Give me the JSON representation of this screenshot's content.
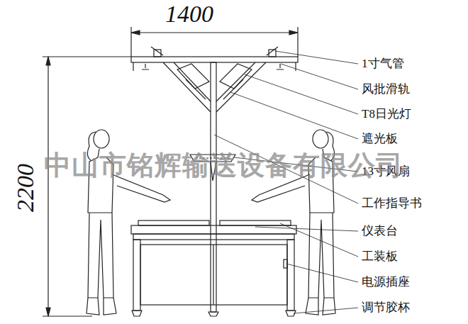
{
  "diagram": {
    "labels": [
      "1400",
      "2200",
      "1寸气管",
      "风批滑轨",
      "T8日光灯",
      "遮光板",
      "13寸风扇",
      "工作指导书",
      "仪表台",
      "工装板",
      "电源插座",
      "调节胶杯",
      "中山市铭辉输送设备有限公司"
    ]
  }
}
